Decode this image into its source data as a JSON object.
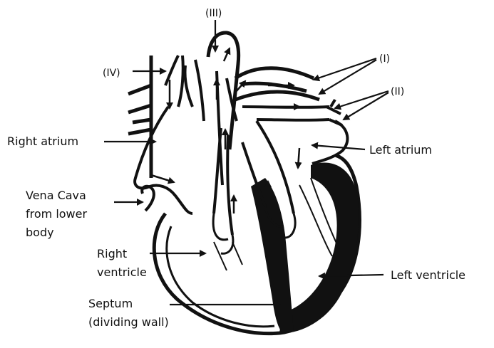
{
  "diagram": {
    "labels": {
      "pulmonary_veins": "(I)",
      "pulmonary_artery_branches": "(II)",
      "aorta": "(III)",
      "vena_cava_upper": "(IV)",
      "right_atrium": "Right atrium",
      "left_atrium": "Left atrium",
      "vena_cava_lower_line1": "Vena Cava",
      "vena_cava_lower_line2": "from lower",
      "vena_cava_lower_line3": "body",
      "right_ventricle_line1": "Right",
      "right_ventricle_line2": "ventricle",
      "left_ventricle": "Left ventricle",
      "septum_line1": "Septum",
      "septum_line2": "(dividing wall)"
    },
    "colors": {
      "ink": "#111111",
      "background": "#ffffff"
    }
  }
}
